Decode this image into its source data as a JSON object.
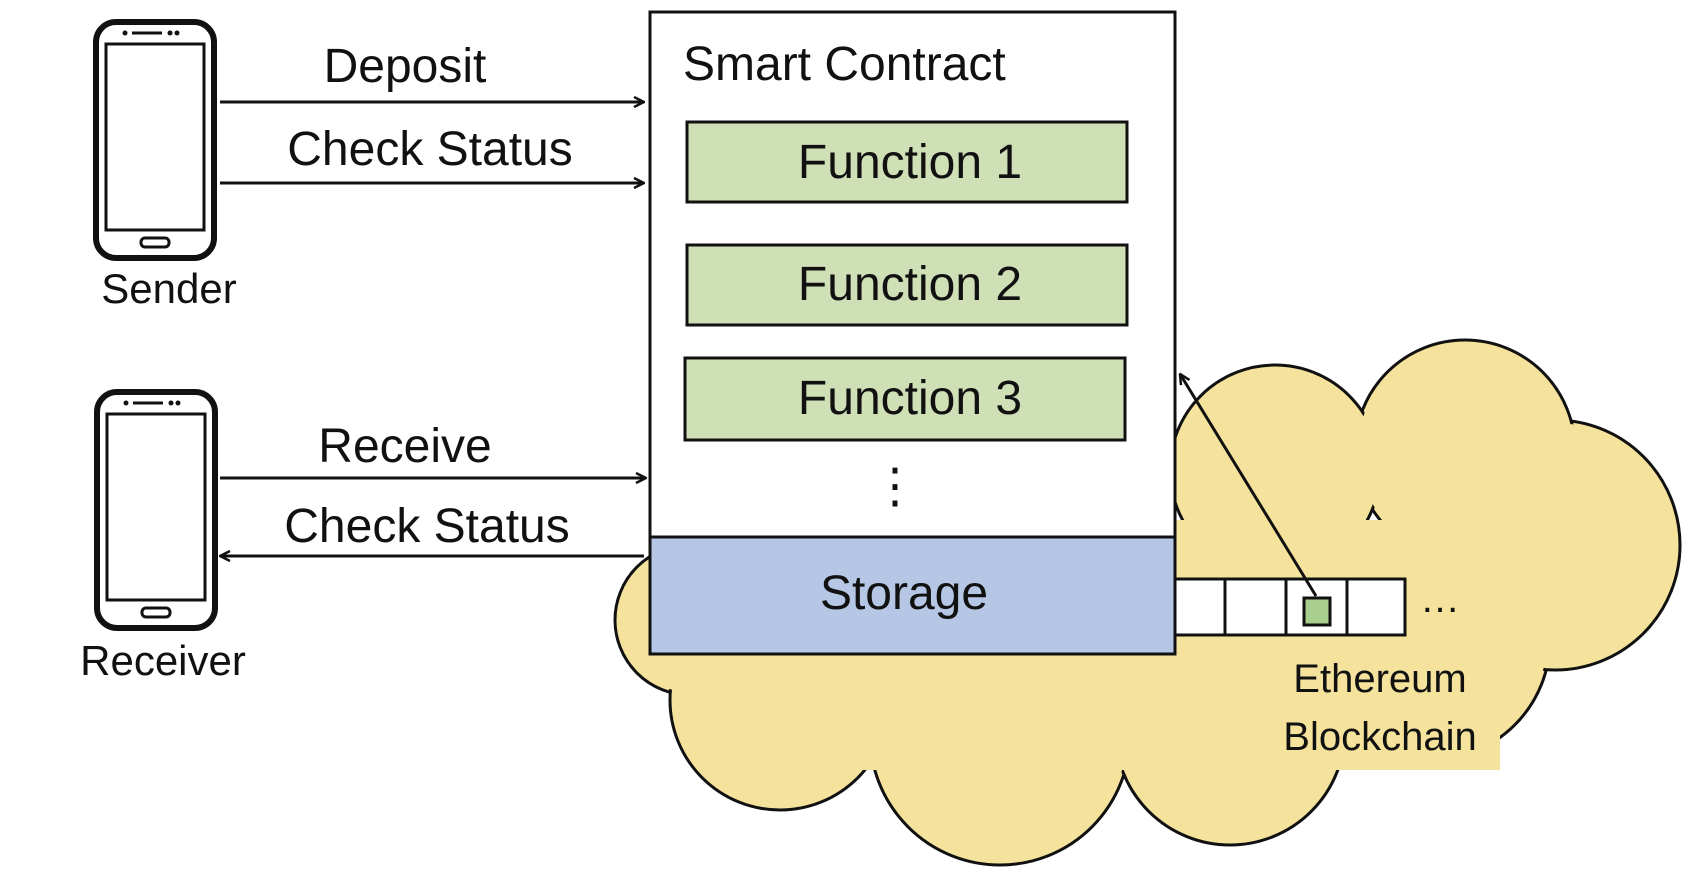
{
  "sender": {
    "label": "Sender"
  },
  "receiver": {
    "label": "Receiver"
  },
  "arrows": {
    "deposit": "Deposit",
    "sender_check_status": "Check Status",
    "receive": "Receive",
    "receiver_check_status": "Check Status"
  },
  "contract": {
    "title": "Smart Contract",
    "functions": [
      "Function 1",
      "Function 2",
      "Function 3"
    ],
    "more": "⋮",
    "storage": "Storage"
  },
  "blockchain": {
    "ellipsis": "…",
    "label_line1": "Ethereum",
    "label_line2": "Blockchain"
  },
  "colors": {
    "function_fill": "#cfe0b7",
    "storage_fill": "#b6c7e6",
    "cloud_fill": "#f5e39d",
    "highlight_block": "#a9cf8f",
    "stroke": "#111111"
  }
}
